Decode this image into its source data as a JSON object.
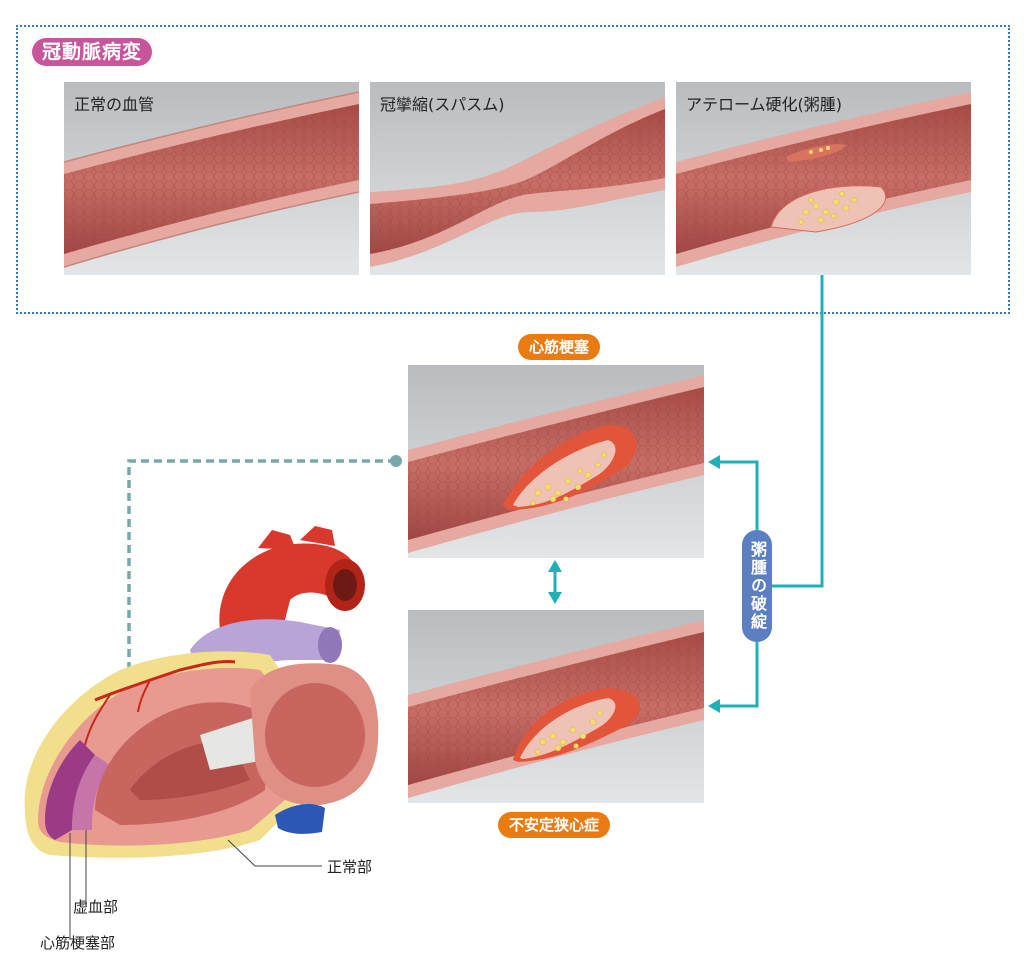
{
  "section_title": "冠動脈病変",
  "panels": {
    "normal": "正常の血管",
    "spasm": "冠攣縮(スパスム)",
    "atheroma": "アテローム硬化(粥腫)"
  },
  "outcomes": {
    "infarction": "心筋梗塞",
    "unstable_angina": "不安定狭心症"
  },
  "rupture_label": "粥腫の破綻",
  "heart_labels": {
    "normal_part": "正常部",
    "ischemic_part": "虚血部",
    "infarct_part": "心筋梗塞部"
  },
  "colors": {
    "teal": "#1fb0b8",
    "dash": "#78a9a8",
    "pink": "#c8559b",
    "orange": "#ea7b12",
    "blue": "#5b7fc1"
  }
}
